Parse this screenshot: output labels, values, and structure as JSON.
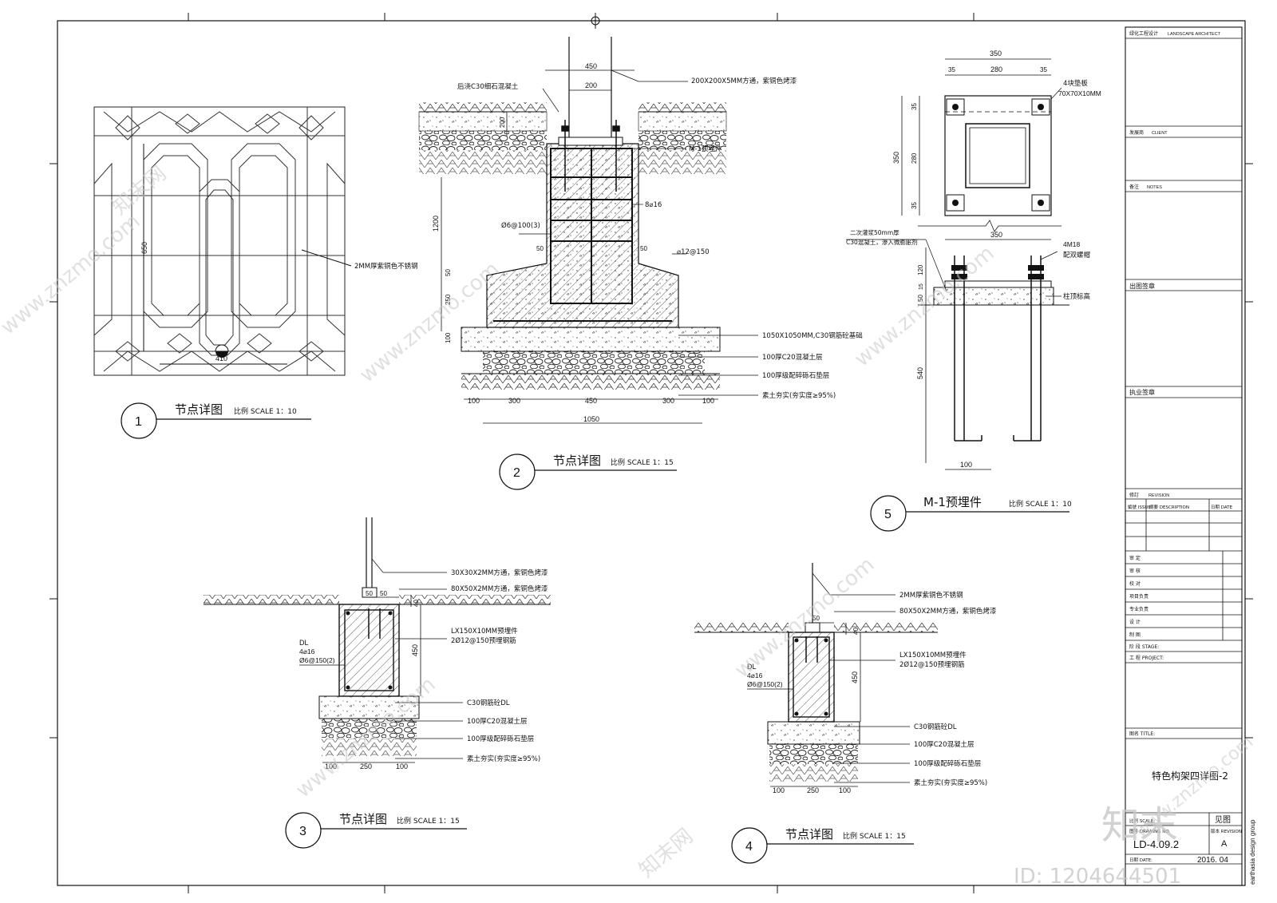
{
  "title_block": {
    "landscape": "绿化工程设计",
    "landscape_en": "LANDSCAPE ARCHITECT",
    "client": "发展商",
    "client_en": "CLIENT",
    "notes": "备注",
    "notes_en": "NOTES",
    "drawing_seal": "出图签章",
    "practice_seal": "执业签章",
    "revision": "修訂",
    "revision_en": "REVISION",
    "issue": "編號 ISSUE",
    "description": "摘要 DESCRIPTION",
    "date_col": "日期 DATE",
    "roles": [
      "审 定",
      "审 核",
      "校 对",
      "项目负责",
      "专业负责",
      "设 计",
      "制 图"
    ],
    "stage": "阶 段 STAGE:",
    "project": "工 程 PROJECT:",
    "title_label": "图名 TITLE:",
    "sheet_title": "特色构架四详图-2",
    "see_drawing": "见图",
    "scale_label": "比例 SCALE:",
    "drawing_no_label": "图号 DRAWING NO.",
    "version_label": "版本 REVISION",
    "drawing_no": "LD-4.09.2",
    "version": "A",
    "date_label": "日期 DATE:",
    "date": "2016. 04",
    "company": "earthasia design group"
  },
  "details": [
    {
      "num": "1",
      "title": "节点详图",
      "scale": "比例 SCALE 1：10"
    },
    {
      "num": "2",
      "title": "节点详图",
      "scale": "比例 SCALE 1：15"
    },
    {
      "num": "3",
      "title": "节点详图",
      "scale": "比例 SCALE 1：15"
    },
    {
      "num": "4",
      "title": "节点详图",
      "scale": "比例 SCALE 1：15"
    },
    {
      "num": "5",
      "title": "M-1预埋件",
      "scale": "比例 SCALE 1：10"
    }
  ],
  "d1": {
    "dim_height": "650",
    "dim_width": "410",
    "note": "2MM厚紫铜色不锈钢"
  },
  "d2": {
    "notes": [
      "后浇C30细石混凝土",
      "200X200X5MM方通，紫铜色烤漆",
      "M-1预埋件",
      "8⌀16",
      "Ø6@100(3)",
      "⌀12@150",
      "1050X1050MM,C30钢筋砼基础",
      "100厚C20混凝土层",
      "100厚级配碎砾石垫层",
      "素土夯实(夯实度≥95%)"
    ],
    "dims": {
      "d450": "450",
      "d200": "200",
      "d200v": "200",
      "d1200": "1200",
      "d50a": "50",
      "d50b": "50",
      "d50c": "50",
      "d250": "250",
      "d100": "100",
      "b100a": "100",
      "b300a": "300",
      "b450": "450",
      "b300b": "300",
      "b100b": "100",
      "b1050": "1050"
    }
  },
  "d3": {
    "notes": [
      "30X30X2MM方通，紫铜色烤漆",
      "80X50X2MM方通，紫铜色烤漆",
      "LX150X10MM预埋件",
      "2Ø12@150预埋钢筋",
      "C30钢筋砼DL",
      "100厚C20混凝土层",
      "100厚级配碎砾石垫层",
      "素土夯实(夯实度≥95%)"
    ],
    "dl": [
      "DL",
      "4⌀16",
      "Ø6@150(2)"
    ],
    "dims": {
      "top50a": "50",
      "top50b": "50",
      "d40": "40",
      "d450": "450",
      "b100a": "100",
      "b250": "250",
      "b100b": "100"
    }
  },
  "d4": {
    "notes": [
      "2MM厚紫铜色不锈钢",
      "80X50X2MM方通，紫铜色烤漆",
      "LX150X10MM预埋件",
      "2Ø12@150预埋钢筋",
      "C30钢筋砼DL",
      "100厚C20混凝土层",
      "100厚级配碎砾石垫层",
      "素土夯实(夯实度≥95%)"
    ],
    "dl": [
      "DL",
      "4⌀16",
      "Ø6@150(2)"
    ],
    "dims": {
      "top50": "50",
      "d40": "40",
      "d450": "450",
      "b100a": "100",
      "b250": "250",
      "b100b": "100"
    }
  },
  "d5": {
    "notes": [
      "4块垫板",
      "70X70X10MM",
      "二次灌浆50mm厚",
      "C30混凝土，渗入微膨胀剂",
      "4M18",
      "配双螺帽",
      "柱顶标高"
    ],
    "dims": {
      "w350": "350",
      "w35a": "35",
      "w280": "280",
      "w35b": "35",
      "h35a": "35",
      "h280": "280",
      "h35b": "35",
      "h350": "350",
      "s350": "350",
      "s120": "120",
      "s50": "50",
      "s15": "15",
      "s540": "540",
      "s100": "100"
    }
  },
  "watermark": {
    "site": "www.znzmo.com",
    "brand": "知末网",
    "brand_big": "知末",
    "id": "ID: 1204644501"
  }
}
